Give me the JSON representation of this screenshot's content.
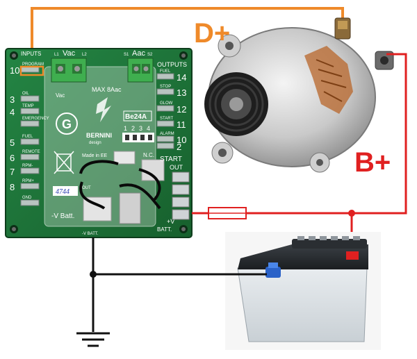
{
  "labels": {
    "d_plus": "D+",
    "b_plus": "B+"
  },
  "controller": {
    "header_inputs": "INPUTS",
    "header_vac": "Vac",
    "header_aac": "Aac",
    "header_outputs": "OUTPUTS",
    "l1": "L1",
    "l2": "L2",
    "s1": "S1",
    "s2": "S2",
    "max_rating": "MAX 8Aac",
    "vac_small": "Vac",
    "model": "Be24A",
    "brand": "BERNINI",
    "brand_sub": "design",
    "generator_symbol": "G",
    "dip_numbers": [
      "1",
      "2",
      "3",
      "4"
    ],
    "handwritten": "4744",
    "made_in": "Made in EE",
    "input_pins": [
      {
        "num": "10",
        "label": "PROGRAM"
      },
      {
        "num": "3",
        "label": "OIL"
      },
      {
        "num": "4",
        "label": "TEMP"
      },
      {
        "num": "",
        "label": "EMERGENCY"
      },
      {
        "num": "5",
        "label": "FUEL"
      },
      {
        "num": "6",
        "label": "REMOTE"
      },
      {
        "num": "7",
        "label": "RPM-"
      },
      {
        "num": "8",
        "label": "RPM+"
      },
      {
        "num": "",
        "label": "GND"
      }
    ],
    "output_pins": [
      {
        "num": "14",
        "label": "FUEL"
      },
      {
        "num": "13",
        "label": "STOP"
      },
      {
        "num": "12",
        "label": "GLOW"
      },
      {
        "num": "11",
        "label": "START"
      },
      {
        "num": "10",
        "label": "ALARM"
      },
      {
        "num": "2",
        "label": ""
      }
    ],
    "bottom_labels": {
      "minus_batt": "-V Batt.",
      "start": "START",
      "out": "OUT",
      "nc": "N.C.",
      "plus_v": "+V",
      "batt": "BATT.",
      "v_batt_small": "-V BATT.",
      "out_small": "OUT"
    }
  },
  "colors": {
    "d_plus_wire": "#ef8a2a",
    "b_plus_wire": "#e02020",
    "ground_wire": "#111111",
    "pcb_green": "#1f7a3a"
  }
}
